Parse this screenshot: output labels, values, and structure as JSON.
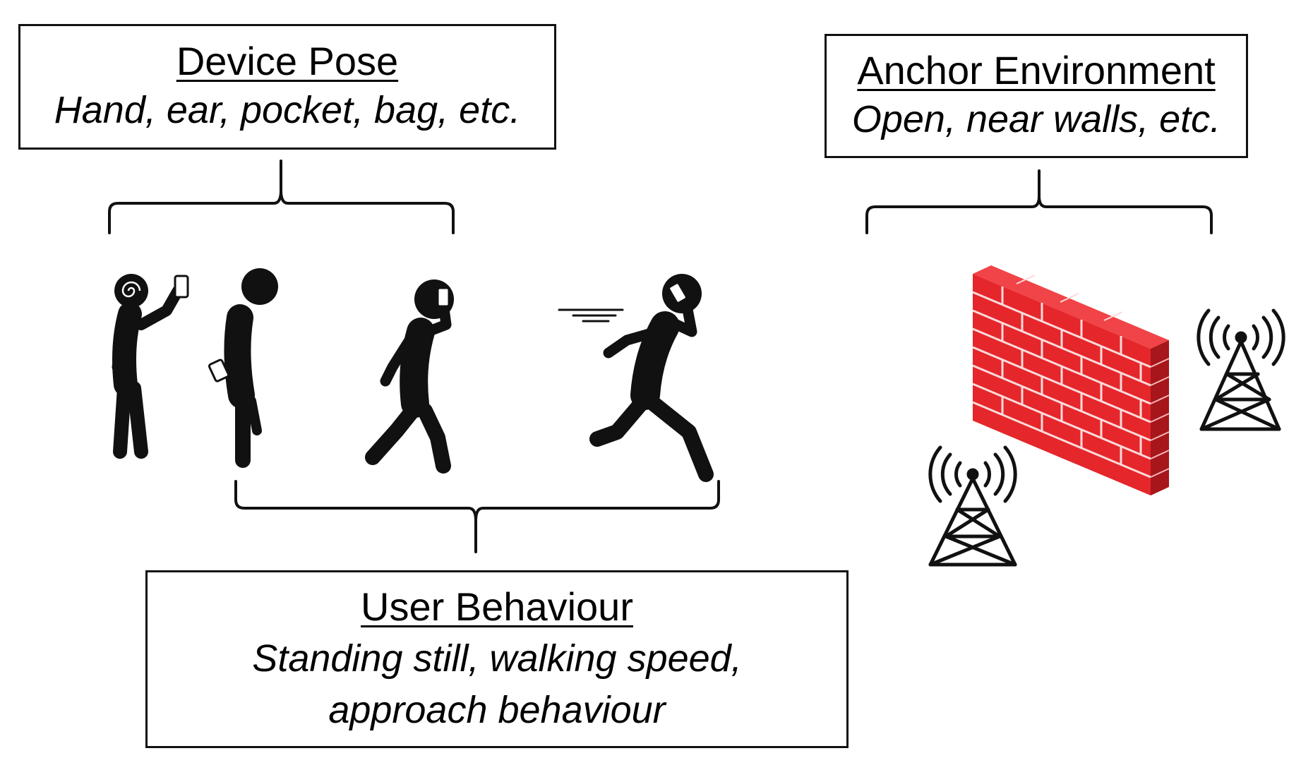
{
  "device_pose": {
    "title": "Device Pose",
    "description": "Hand, ear, pocket, bag, etc."
  },
  "anchor_environment": {
    "title": "Anchor Environment",
    "description": "Open, near walls, etc."
  },
  "user_behaviour": {
    "title": "User Behaviour",
    "description_line1": "Standing still, walking speed,",
    "description_line2": "approach behaviour"
  },
  "colors": {
    "wall_red": "#e5262b",
    "wall_red_dark": "#a6161b",
    "wall_red_top": "#f04448",
    "line": "#111111"
  },
  "icons": [
    "person-phone-in-hand-icon",
    "person-phone-in-pocket-icon",
    "person-walking-phone-at-ear-icon",
    "person-running-phone-at-ear-icon",
    "brick-wall-icon",
    "radio-tower-icon"
  ]
}
